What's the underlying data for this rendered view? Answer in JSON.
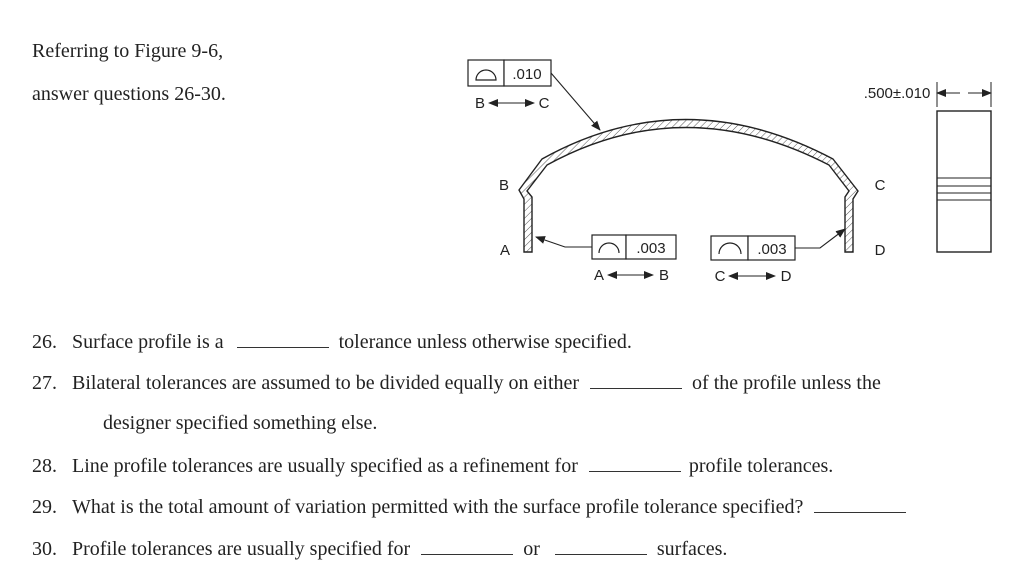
{
  "intro": {
    "line1": "Referring to Figure 9-6,",
    "line2": "answer questions 26-30."
  },
  "figure": {
    "fcf_top": {
      "value": ".010",
      "datum_from": "B",
      "datum_to": "C"
    },
    "fcf_left": {
      "value": ".003",
      "datum_from": "A",
      "datum_to": "B"
    },
    "fcf_right": {
      "value": ".003",
      "datum_from": "C",
      "datum_to": "D"
    },
    "point_labels": {
      "a": "A",
      "b": "B",
      "c": "C",
      "d": "D"
    },
    "width_dim": ".500±.010"
  },
  "questions": [
    {
      "number": "26.",
      "parts": [
        "Surface profile is a",
        "tolerance unless otherwise specified."
      ]
    },
    {
      "number": "27.",
      "parts": [
        "Bilateral tolerances are assumed to be divided equally on either",
        "of the profile unless the"
      ],
      "continuation": "designer specified something else."
    },
    {
      "number": "28.",
      "parts": [
        "Line profile tolerances are usually specified as a refinement for",
        "profile tolerances."
      ]
    },
    {
      "number": "29.",
      "parts": [
        "What is the total amount of variation permitted with the surface profile tolerance specified?"
      ]
    },
    {
      "number": "30.",
      "parts": [
        "Profile tolerances are usually specified for",
        "or",
        "surfaces."
      ]
    }
  ]
}
